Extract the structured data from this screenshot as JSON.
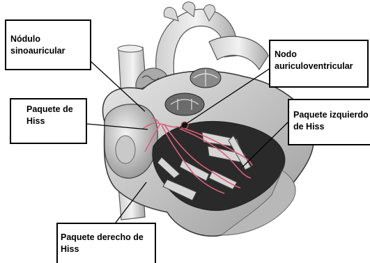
{
  "labels": {
    "sinoauricular": "Nódulo\nsinoauricular",
    "auriculoventricular": "Nodo\nauriculoventricular",
    "hiss": "Paquete de\nHiss",
    "izquierdo": "Paquete izquierdo\nde Hiss",
    "derecho": "Paquete derecho de\nHiss"
  },
  "colors": {
    "conduction_path": "#d9607a",
    "outline": "#000000"
  }
}
